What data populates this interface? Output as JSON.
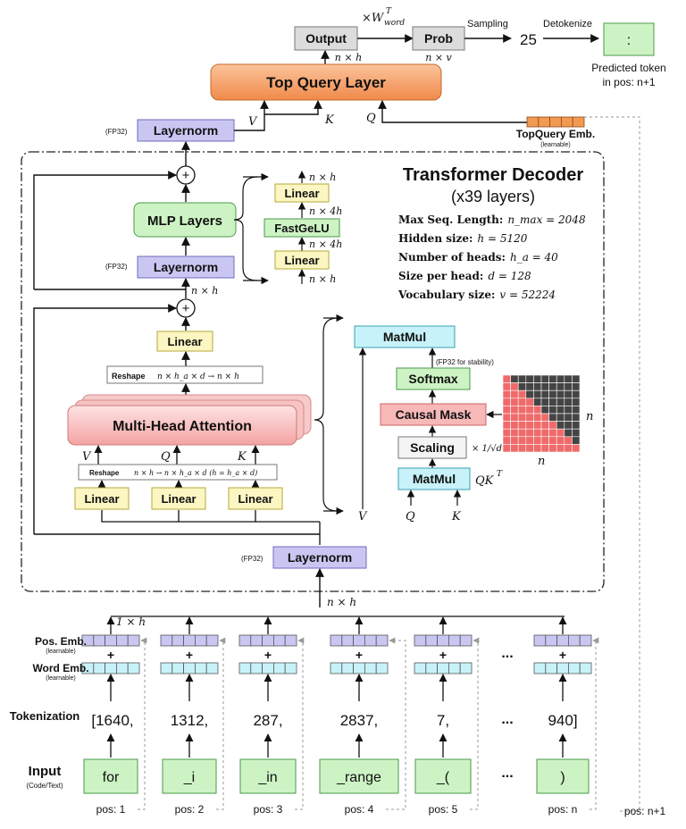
{
  "top": {
    "output": "Output",
    "prob": "Prob",
    "wt_times": "×W",
    "wt_sup": "T",
    "wt_sub": "word",
    "sampling": "Sampling",
    "sampled_token_id": "25",
    "detokenize": "Detokenize",
    "predicted_token": ":",
    "predicted_caption_1": "Predicted token",
    "predicted_caption_2": "in pos: n+1",
    "dim_output": "n × h",
    "dim_prob": "n × v",
    "top_query_layer": "Top Query Layer",
    "layernorm": "Layernorm",
    "fp32": "(FP32)",
    "v": "V",
    "k": "K",
    "q": "Q",
    "topquery_emb": "TopQuery Emb.",
    "learnable": "(learnable)"
  },
  "decoder": {
    "title": "Transformer Decoder",
    "layers": "(x39 layers)",
    "specs": [
      {
        "label": "Max Seq. Length:",
        "value": "n_max = 2048"
      },
      {
        "label": "Hidden size:",
        "value": "h = 5120"
      },
      {
        "label": "Number of heads:",
        "value": "h_a = 40"
      },
      {
        "label": "Size per head:",
        "value": "d = 128"
      },
      {
        "label": "Vocabulary size:",
        "value": "v = 52224"
      }
    ],
    "mlp_layers": "MLP Layers",
    "layernorm_mlp": "Layernorm",
    "fp32_mlp": "(FP32)",
    "dim_after_ln": "n × h",
    "mlp_linear_top": "Linear",
    "mlp_fastgelu": "FastGeLU",
    "mlp_linear_bottom": "Linear",
    "mlp_dim_top": "n × h",
    "mlp_dim_4h_a": "n × 4h",
    "mlp_dim_4h_b": "n × 4h",
    "mlp_dim_bottom": "n × h",
    "attn_linear_out": "Linear",
    "reshape_out_label": "Reshape",
    "reshape_out_formula": "n × h_a × d → n × h",
    "mha": "Multi-Head Attention",
    "v": "V",
    "q": "Q",
    "k": "K",
    "reshape_in_label": "Reshape",
    "reshape_in_formula": "n × h → n × h_a × d (h = h_a × d)",
    "linear_v": "Linear",
    "linear_q": "Linear",
    "linear_k": "Linear",
    "layernorm_in": "Layernorm",
    "fp32_in": "(FP32)",
    "matmul_top": "MatMul",
    "fp32_stability": "(FP32 for stability)",
    "softmax": "Softmax",
    "causal_mask": "Causal Mask",
    "scaling": "Scaling",
    "scaling_factor": "× 1/√d",
    "matmul_bottom": "MatMul",
    "qkt": "QK",
    "qkt_sup": "T",
    "attn_v": "V",
    "attn_q": "Q",
    "attn_k": "K",
    "mask_n_right": "n",
    "mask_n_bottom": "n"
  },
  "inputs": {
    "dim_in": "n × h",
    "dim_1h": "1 × h",
    "pos_emb": "Pos. Emb.",
    "pos_emb_sub": "(learnable)",
    "word_emb": "Word Emb.",
    "word_emb_sub": "(learnable)",
    "tokenization": "Tokenization",
    "input": "Input",
    "input_sub": "(Code/Text)",
    "ellipsis": "...",
    "token_ids": [
      "[1640,",
      "1312,",
      "287,",
      "2837,",
      "7,",
      "940]"
    ],
    "tokens": [
      "for",
      "_i",
      "_in",
      "_range",
      "_(",
      ")"
    ],
    "positions": [
      "pos: 1",
      "pos: 2",
      "pos: 3",
      "pos: 4",
      "pos: 5",
      "pos: n"
    ],
    "next_pos": "pos: n+1"
  },
  "colors": {
    "gray_box": "#dcdcdc",
    "orange": "#f5a16b",
    "purple": "#c9c7f2",
    "green": "#cdf3c4",
    "yellow": "#fbf6c2",
    "pink": "#f7b8b8",
    "cyan": "#c8f2f9",
    "mask_red": "#ef6a6a",
    "mask_dark": "#444444",
    "emb_orange": "#f39a52"
  }
}
